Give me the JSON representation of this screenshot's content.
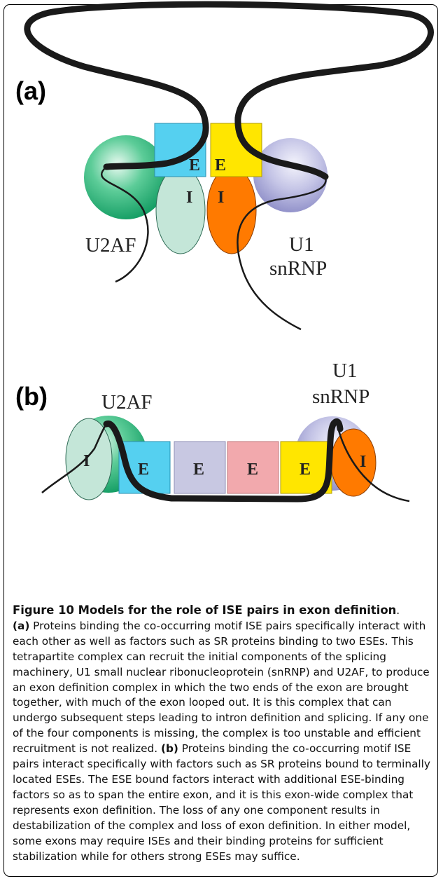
{
  "figure": {
    "panel_a": {
      "label": "(a)",
      "u2af_label": "U2AF",
      "u1_label_line1": "U1",
      "u1_label_line2": "snRNP",
      "ese_letter": "E",
      "ise_letter": "I"
    },
    "panel_b": {
      "label": "(b)",
      "u2af_label": "U2AF",
      "u1_label_line1": "U1",
      "u1_label_line2": "snRNP",
      "ese_letter": "E",
      "ise_letter": "I"
    },
    "colors": {
      "u2af": "#1fae74",
      "u1_snrnp": "#a9a9d9",
      "ese_cyan": "#55d0f0",
      "ese_yellow": "#ffe600",
      "ese_lavender": "#c8c8e2",
      "ese_pink": "#f2a9ad",
      "ise_left": "#c4e6d8",
      "ise_right": "#ff7a00",
      "rna_strand": "#1a1a1a"
    }
  },
  "caption": {
    "title": "Figure 10 Models for the role of ISE pairs in exon definition",
    "title_end": ".",
    "a_label": "(a)",
    "a_text": " Proteins binding the co-occurring motif ISE pairs specifically interact with each other as well as factors such as SR proteins binding to two ESEs. This tetrapartite complex can recruit the initial components of the splicing machinery, U1 small nuclear ribonucleoprotein (snRNP) and U2AF, to produce an exon definition complex in which the two ends of the exon are brought together, with much of the exon looped out. It is this complex that can undergo subsequent steps leading to intron definition and splicing. If any one of the four components is missing, the complex is too unstable and efficient recruitment is not realized. ",
    "b_label": "(b)",
    "b_text": " Proteins binding the co-occurring motif ISE pairs interact specifically with factors such as SR proteins bound to terminally located ESEs. The ESE bound factors interact with additional ESE-binding factors so as to span the entire exon, and it is this exon-wide complex that represents exon definition. The loss of any one component results in destabilization of the complex and loss of exon definition. In either model, some exons may require ISEs and their binding proteins for sufficient stabilization while for others strong ESEs may suffice."
  }
}
